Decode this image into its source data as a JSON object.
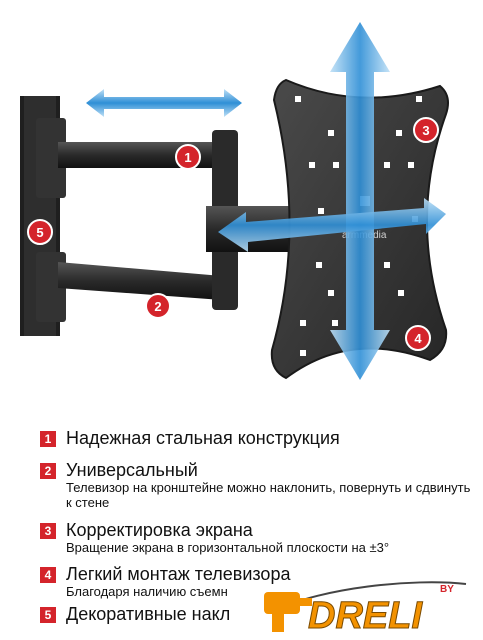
{
  "brand": {
    "bracket_logo": "armmedia",
    "store_logo": "DRELI",
    "store_logo_suffix": "BY"
  },
  "colors": {
    "badge": "#d4242b",
    "arrow": "#2f8fd6",
    "bracket": "#2b2b2b",
    "logo_orange": "#f39200"
  },
  "markers": [
    "1",
    "2",
    "3",
    "4",
    "5"
  ],
  "features": [
    {
      "num": "1",
      "title": "Надежная стальная конструкция",
      "desc": ""
    },
    {
      "num": "2",
      "title": "Универсальный",
      "desc": "Телевизор на кронштейне можно наклонить, повернуть и сдвинуть к стене"
    },
    {
      "num": "3",
      "title": "Корректировка экрана",
      "desc": "Вращение экрана в горизонтальной плоскости на ±3°"
    },
    {
      "num": "4",
      "title": "Легкий монтаж телевизора",
      "desc": "Благодаря наличию съемн"
    },
    {
      "num": "5",
      "title": "Декоративные накл",
      "desc": ""
    }
  ]
}
